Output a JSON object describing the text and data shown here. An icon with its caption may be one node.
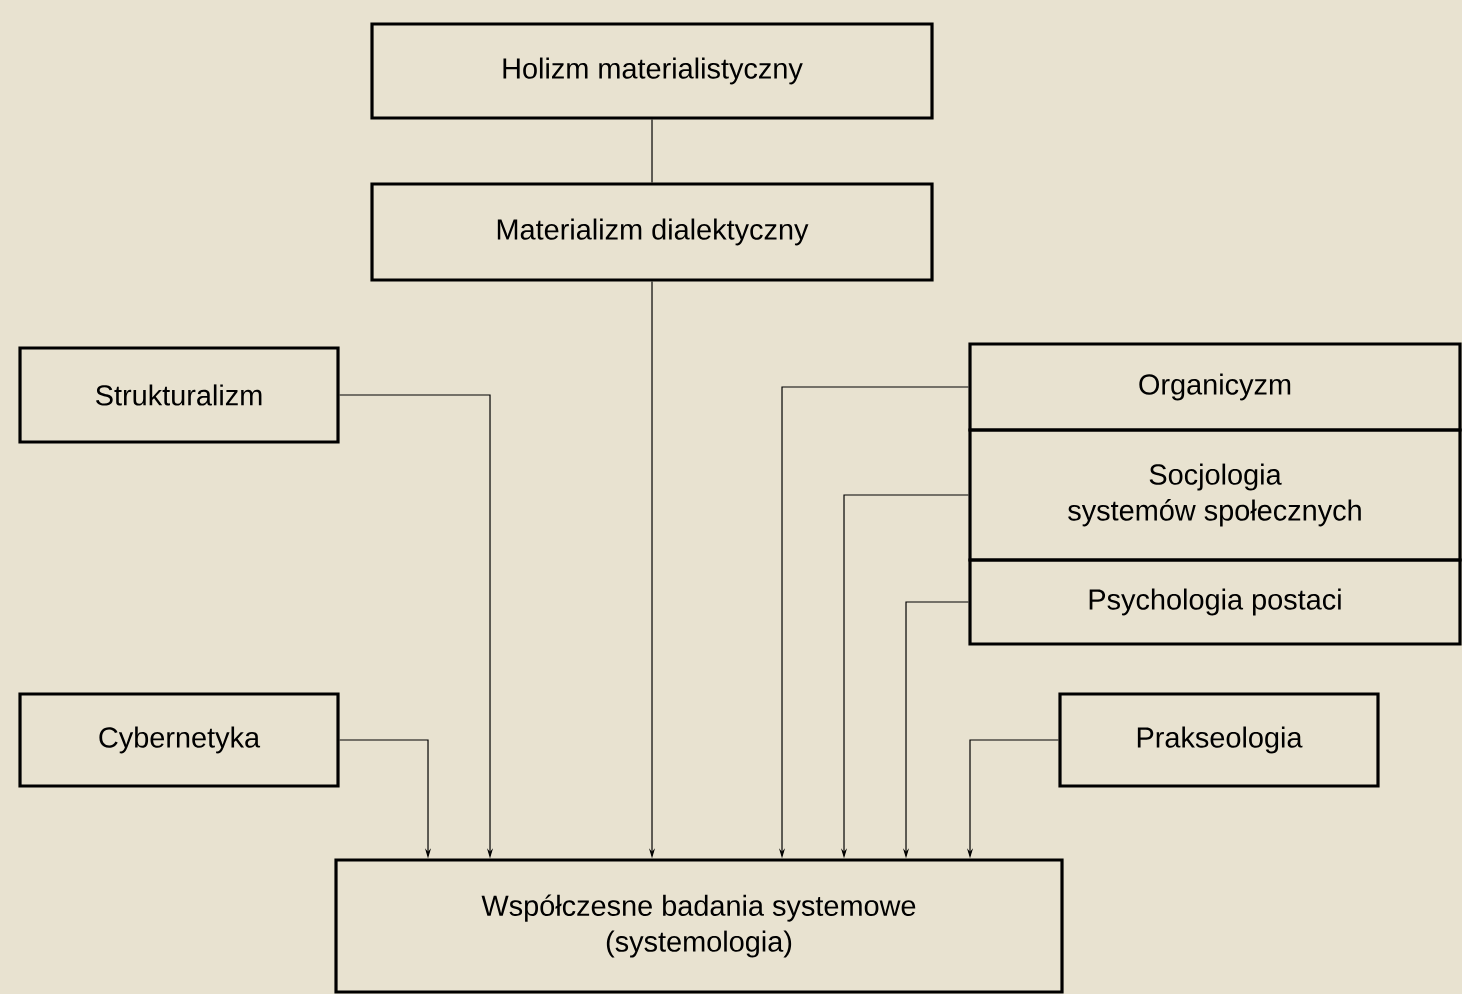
{
  "diagram": {
    "nodes": [
      {
        "text": [
          "Holizm materialistyczny"
        ]
      },
      {
        "text": [
          "Materializm dialektyczny"
        ]
      },
      {
        "text": [
          "Strukturalizm"
        ]
      },
      {
        "text": [
          "Organicyzm"
        ]
      },
      {
        "text": [
          "Socjologia systemów społecznych"
        ]
      },
      {
        "text": [
          "Psychologia postaci"
        ]
      },
      {
        "text": [
          "Cybernetyka"
        ]
      },
      {
        "text": [
          "Prakseologia"
        ]
      },
      {
        "text": [
          "Współczesne badania systemowe (systemologia)"
        ]
      }
    ],
    "edges": [
      {
        "from": 0,
        "to": 1,
        "arrow": "none"
      },
      {
        "from": 1,
        "to": 8,
        "arrow": "to"
      },
      {
        "from": 2,
        "to": 8,
        "arrow": "to"
      },
      {
        "from": 3,
        "to": 8,
        "arrow": "to"
      },
      {
        "from": 4,
        "to": 8,
        "arrow": "to"
      },
      {
        "from": 5,
        "to": 8,
        "arrow": "to"
      },
      {
        "from": 6,
        "to": 8,
        "arrow": "to"
      },
      {
        "from": 7,
        "to": 8,
        "arrow": "to"
      }
    ]
  }
}
